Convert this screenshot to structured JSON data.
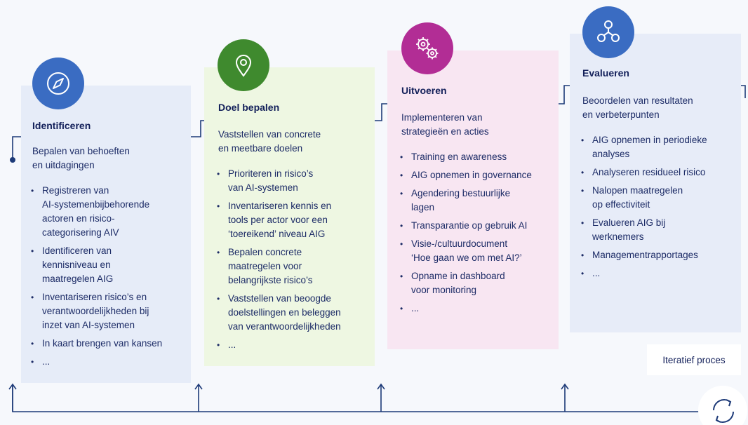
{
  "panels": [
    {
      "title": "Identificeren",
      "icon": "compass-icon",
      "color": "#3a6cc2",
      "lead": [
        "Bepalen van behoeften",
        "en uitdagingen"
      ],
      "bullets": [
        [
          "Registreren van",
          "AI-systemenbijbehorende",
          "actoren en risico-",
          "categorisering AIV"
        ],
        [
          "Identificeren van",
          "kennisniveau en",
          "maatregelen AIG"
        ],
        [
          "Inventariseren risico’s en",
          "verantwoordelijkheden bij",
          "inzet van AI-systemen"
        ],
        [
          "In kaart brengen van kansen"
        ],
        [
          "..."
        ]
      ]
    },
    {
      "title": "Doel bepalen",
      "icon": "location-pin-icon",
      "color": "#3f8a2e",
      "lead": [
        "Vaststellen van concrete",
        "en meetbare doelen"
      ],
      "bullets": [
        [
          "Prioriteren in risico’s",
          "van AI-systemen"
        ],
        [
          "Inventariseren kennis en",
          "tools per actor voor een",
          "‘toereikend’ niveau AIG"
        ],
        [
          "Bepalen concrete",
          "maatregelen voor",
          "belangrijkste risico’s"
        ],
        [
          "Vaststellen van beoogde",
          "doelstellingen en beleggen",
          "van verantwoordelijkheden"
        ],
        [
          "..."
        ]
      ]
    },
    {
      "title": "Uitvoeren",
      "icon": "gears-icon",
      "color": "#b22d95",
      "lead": [
        "Implementeren van",
        "strategieën en acties"
      ],
      "bullets": [
        [
          "Training en awareness"
        ],
        [
          "AIG opnemen in governance"
        ],
        [
          "Agendering bestuurlijke",
          "lagen"
        ],
        [
          "Transparantie op gebruik AI"
        ],
        [
          "Visie-/cultuurdocument",
          "‘Hoe gaan we om met AI?’"
        ],
        [
          "Opname in dashboard",
          "voor monitoring"
        ],
        [
          "..."
        ]
      ]
    },
    {
      "title": "Evalueren",
      "icon": "network-nodes-icon",
      "color": "#3a6cc2",
      "lead": [
        "Beoordelen van resultaten",
        "en verbeterpunten"
      ],
      "bullets": [
        [
          "AIG opnemen in periodieke",
          "analyses"
        ],
        [
          "Analyseren residueel risico"
        ],
        [
          "Nalopen maatregelen",
          "op effectiviteit"
        ],
        [
          "Evalueren AIG bij",
          "werknemers"
        ],
        [
          "Managementrapportages"
        ],
        [
          "..."
        ]
      ]
    }
  ],
  "iterative_label": "Iteratief proces",
  "line_color": "#1d3a78"
}
